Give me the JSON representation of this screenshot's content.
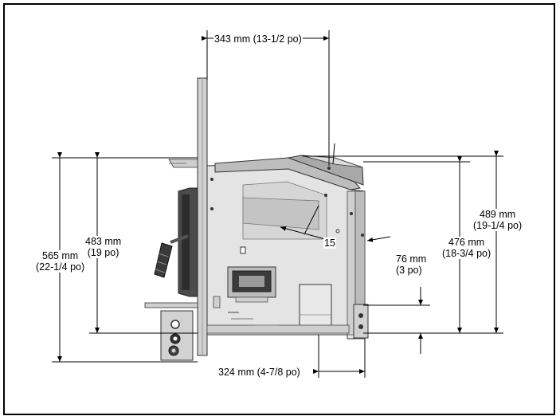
{
  "dimensions": {
    "top_width": "343 mm (13-1/2 po)",
    "bottom_width": "324 mm (4-7/8 po)",
    "left_outer_mm": "565 mm",
    "left_outer_in": "(22-1/4 po)",
    "left_inner_mm": "483 mm",
    "left_inner_in": "(19 po)",
    "right_outer_mm": "489 mm",
    "right_outer_in": "(19-1/4 po)",
    "right_inner_mm": "476 mm",
    "right_inner_in": "(18-3/4 po)",
    "right_small_mm": "76 mm",
    "right_small_in": "(3 po)"
  },
  "callout": "15",
  "colors": {
    "line": "#000000",
    "body_light": "#e6e6e6",
    "body_mid": "#c8c8c8",
    "body_dark": "#6e6e6e",
    "dark": "#2a2a2a"
  }
}
